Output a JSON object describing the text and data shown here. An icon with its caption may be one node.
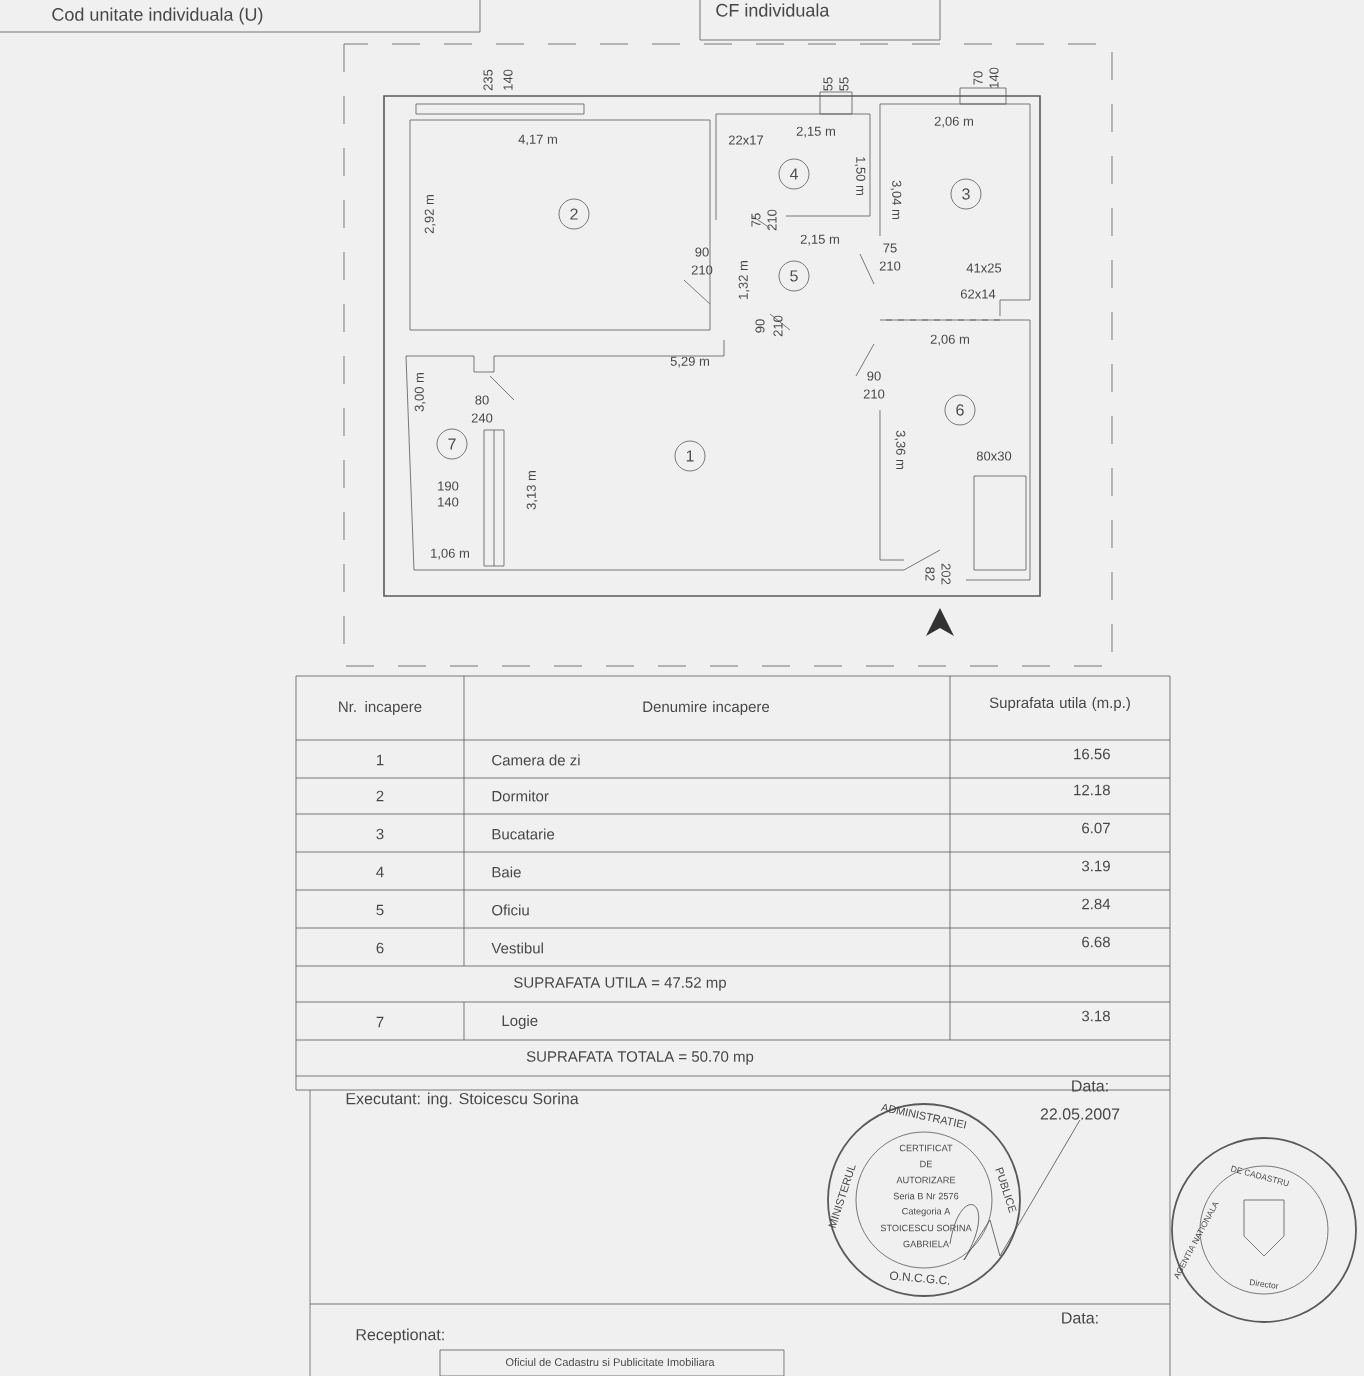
{
  "diagram": {
    "nodes": [
      {
        "text": [
          "1"
        ]
      },
      {
        "text": [
          "2"
        ]
      },
      {
        "text": [
          "3"
        ]
      },
      {
        "text": [
          "4"
        ]
      },
      {
        "text": [
          "5"
        ]
      },
      {
        "text": [
          "6"
        ]
      },
      {
        "text": [
          "7"
        ]
      }
    ],
    "labels": [
      "Cod unitate individuala (U)",
      "CF individuala",
      "235",
      "140",
      "55",
      "55",
      "70",
      "140",
      "4,17 m",
      "22x17",
      "2,15 m",
      "2,06 m",
      "2,92 m",
      "1,50 m",
      "3,04 m",
      "75",
      "210",
      "2,15 m",
      "90",
      "210",
      "1,32 m",
      "75",
      "210",
      "41x25",
      "62x14",
      "90",
      "210",
      "2,06 m",
      "5,29 m",
      "90",
      "210",
      "3,00 m",
      "80",
      "240",
      "3,13 m",
      "190",
      "140",
      "3,36 m",
      "80x30",
      "1,06 m",
      "82",
      "202",
      "Nr. incapere",
      "Denumire incapere",
      "Suprafata utila (m.p.)",
      "1",
      "Camera de zi",
      "16.56",
      "2",
      "Dormitor",
      "12.18",
      "3",
      "Bucatarie",
      "6.07",
      "4",
      "Baie",
      "3.19",
      "5",
      "Oficiu",
      "2.84",
      "6",
      "Vestibul",
      "6.68",
      "SUPRAFATA UTILA = 47.52 mp",
      "7",
      "Logie",
      "3.18",
      "SUPRAFATA TOTALA = 50.70 mp",
      "Executant: ing. Stoicescu Sorina",
      "Data:",
      "22.05.2007",
      "MINISTERUL",
      "ADMINISTRATIEI",
      "PUBLICE",
      "CERTIFICAT",
      "DE",
      "AUTORIZARE",
      "Seria B Nr 2576",
      "Categoria A",
      "STOICESCU SORINA",
      "GABRIELA",
      "O.N.C.G.C.",
      "Data:",
      "Receptionat:",
      "Oficiul de Cadastru si Publicitate Imobiliara",
      "AGENTIA NATIONALA",
      "DE CADASTRU",
      "Director"
    ]
  }
}
